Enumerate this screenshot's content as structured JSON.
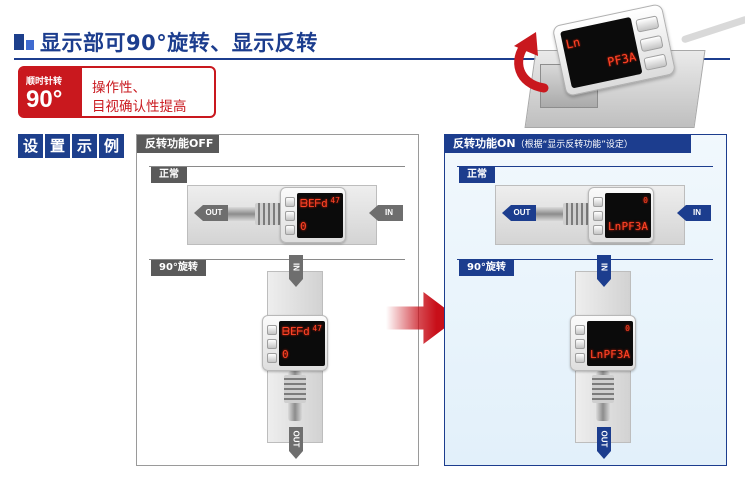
{
  "header": {
    "title": "显示部可90°旋转、显示反转"
  },
  "badge": {
    "small_text": "顺时针转",
    "big_text": "90°",
    "benefit_line1": "操作性、",
    "benefit_line2": "目视确认性提高"
  },
  "example_label": {
    "chars": [
      "设",
      "置",
      "示",
      "例"
    ]
  },
  "left_panel": {
    "header": "反转功能OFF",
    "normal_label": "正常",
    "rotated_label": "90°旋转",
    "normal_display": {
      "tl": "ᗷEᖴd",
      "tr": "47",
      "bl": "0",
      "br": ""
    },
    "rotated_display": {
      "tl": "ᗷEᖴd",
      "tr": "47",
      "bl": "0",
      "br": ""
    },
    "ports": {
      "out": "OUT",
      "in": "IN"
    }
  },
  "right_panel": {
    "header": "反转功能ON",
    "header_note": "（根据“显示反转功能”设定）",
    "normal_label": "正常",
    "rotated_label": "90°旋转",
    "normal_display": {
      "tl": "",
      "tr": "0",
      "bl": "Ln",
      "br": "PF3A"
    },
    "rotated_display": {
      "tl": "",
      "tr": "0",
      "bl": "Ln",
      "br": "PF3A"
    },
    "ports": {
      "out": "OUT",
      "in": "IN"
    }
  },
  "product_display": {
    "tl": "Ln",
    "tr": "",
    "bl": "",
    "br": "PF3A"
  },
  "colors": {
    "brand_blue": "#1c3d8e",
    "accent_red": "#c9181e",
    "panel_gray": "#5a5a5a",
    "display_red": "#ff4428"
  }
}
